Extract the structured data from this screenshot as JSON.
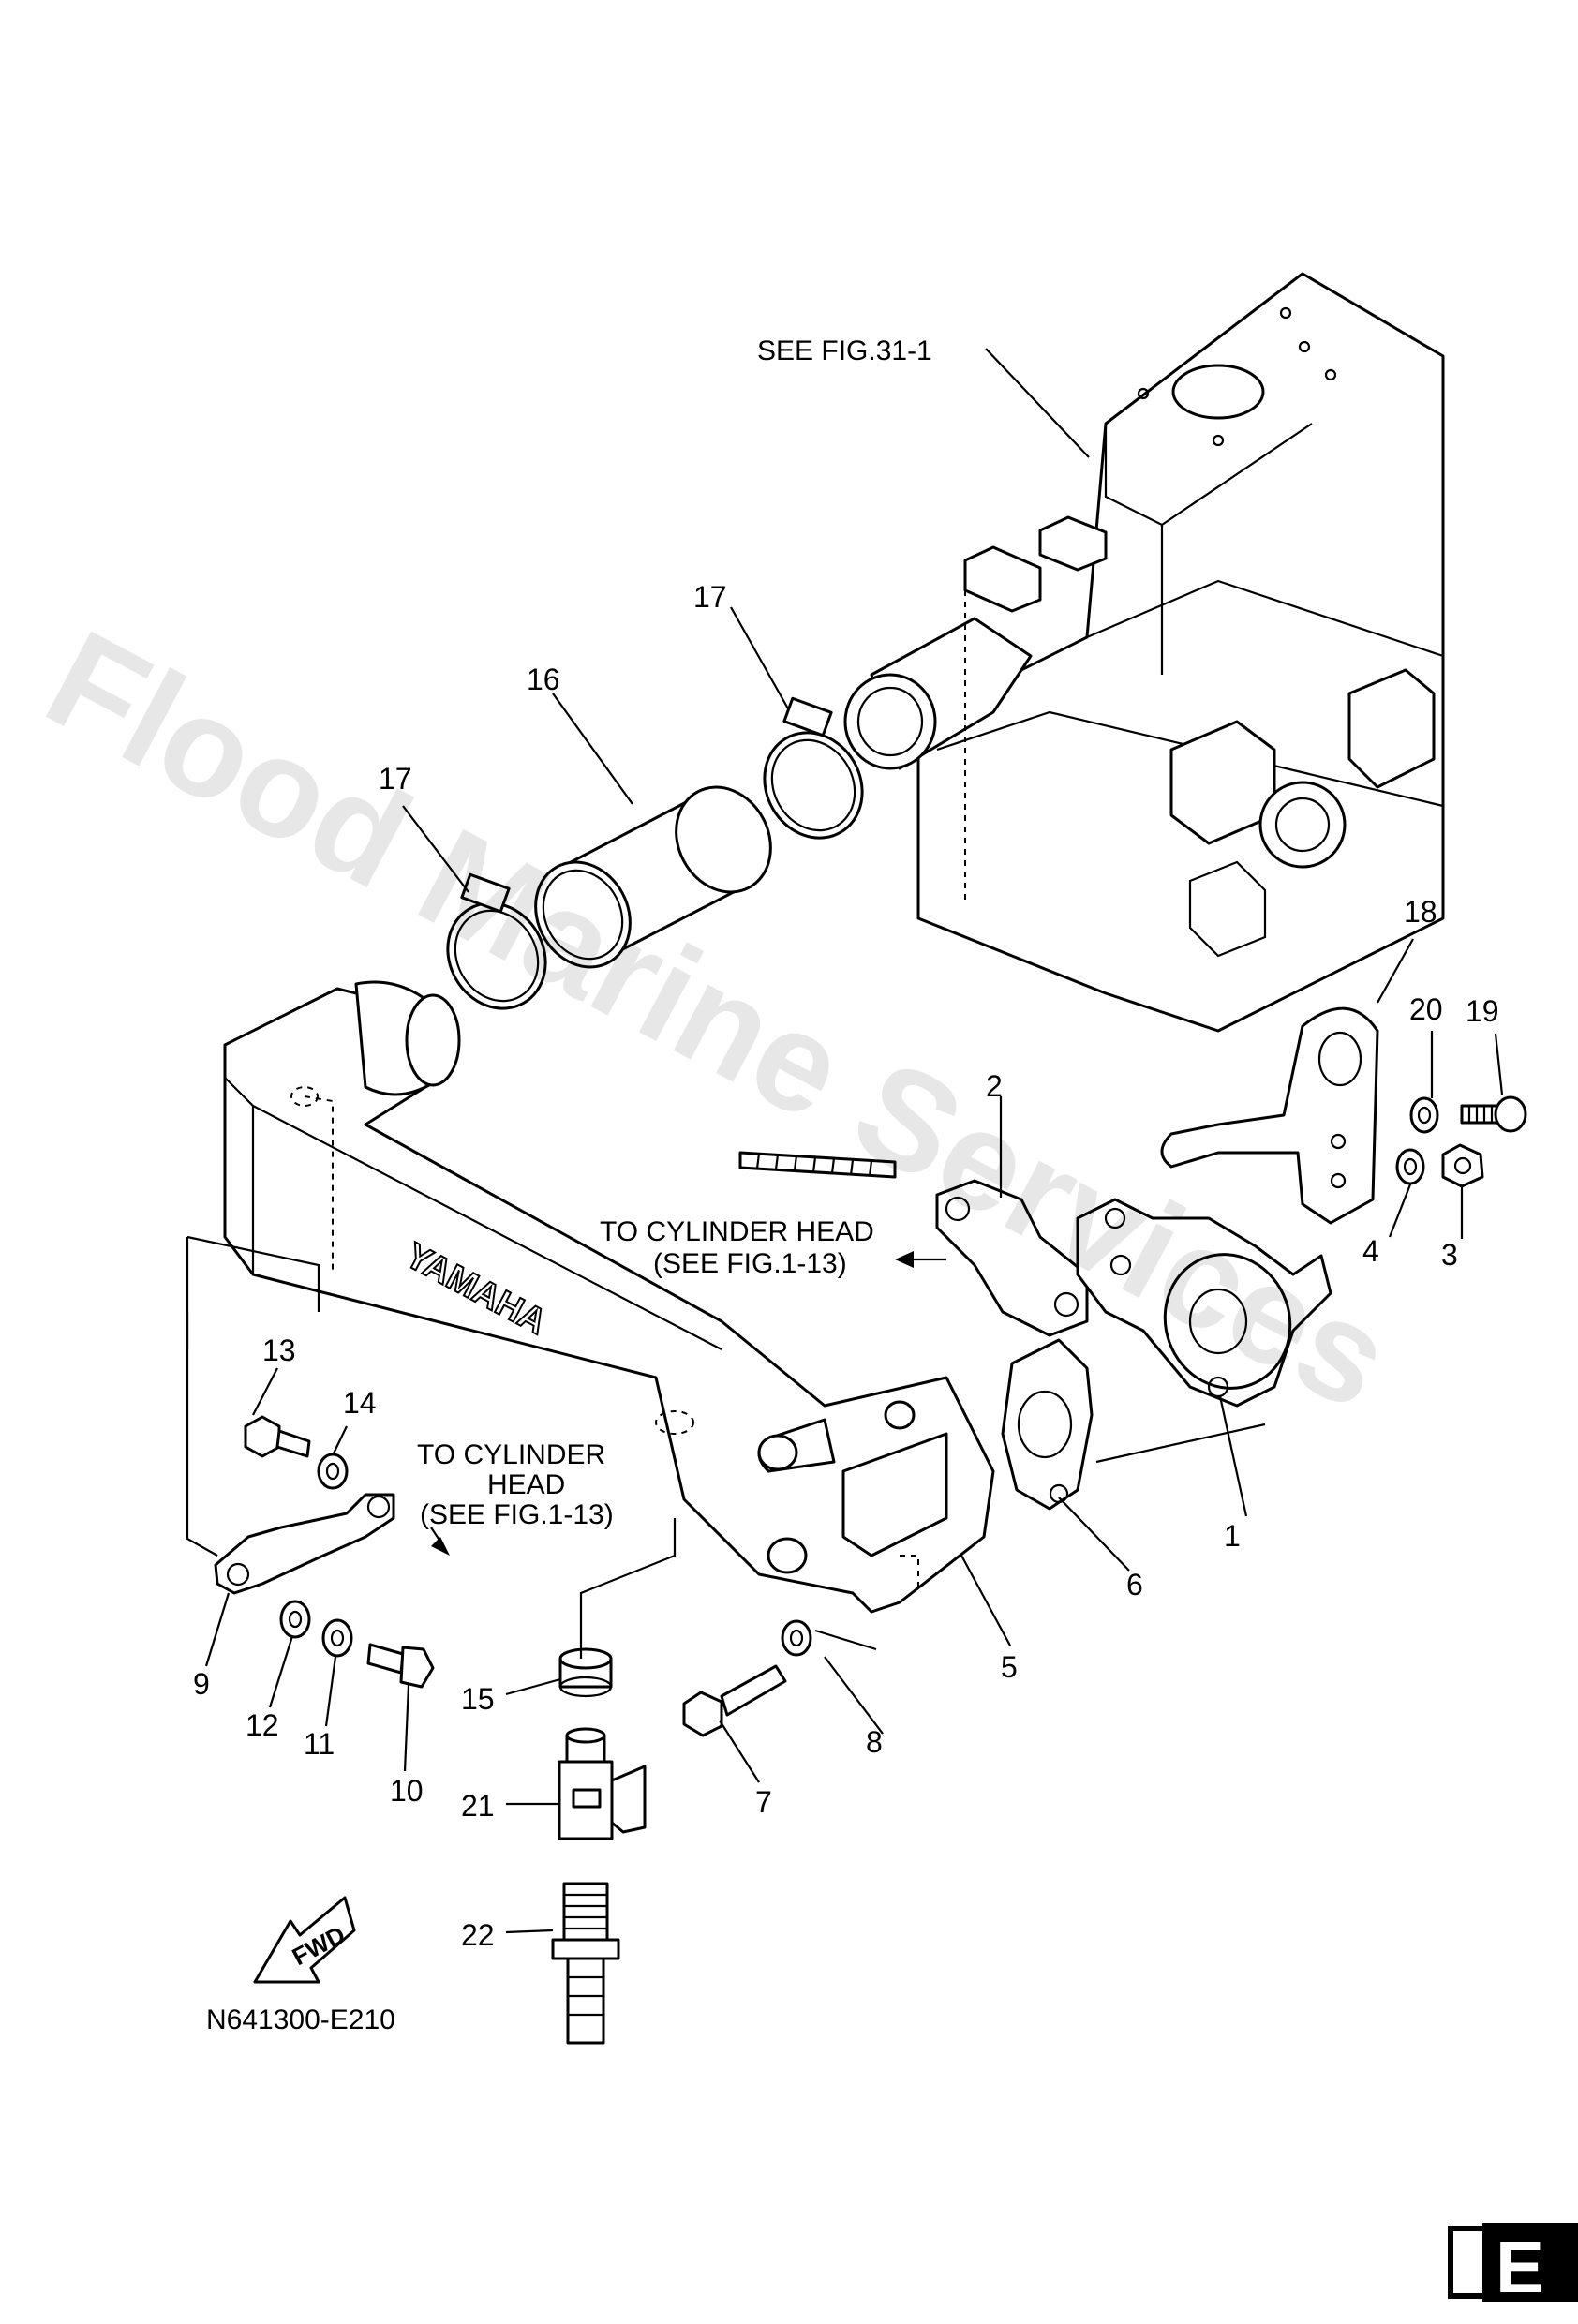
{
  "references": {
    "see_fig_31": "SEE FIG.31-1",
    "to_cyl_head_1_line1": "TO CYLINDER HEAD",
    "to_cyl_head_1_line2": "(SEE FIG.1-13)",
    "to_cyl_head_2_line1": "TO CYLINDER",
    "to_cyl_head_2_line2": "HEAD",
    "to_cyl_head_2_line3": "(SEE FIG.1-13)"
  },
  "brand_text": "YAMAHA",
  "fwd_text": "FWD",
  "diagram_code": "N641300-E210",
  "page_letter": "E",
  "watermark": "Flood Marine Services",
  "part_numbers": {
    "p1": "1",
    "p2": "2",
    "p3": "3",
    "p4": "4",
    "p5": "5",
    "p6": "6",
    "p7": "7",
    "p8": "8",
    "p9": "9",
    "p10": "10",
    "p11": "11",
    "p12": "12",
    "p13": "13",
    "p14": "14",
    "p15": "15",
    "p16": "16",
    "p17a": "17",
    "p17b": "17",
    "p18": "18",
    "p19": "19",
    "p20": "20",
    "p21": "21",
    "p22": "22"
  }
}
